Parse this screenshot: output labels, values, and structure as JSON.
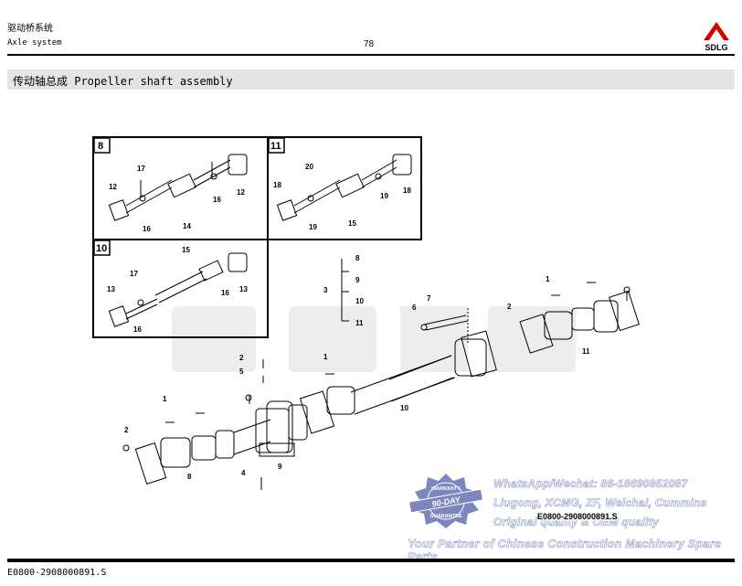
{
  "header": {
    "section_cn": "驱动桥系统",
    "section_en": "Axle system",
    "page_number": "78",
    "dot": ".",
    "brand": "SDLG"
  },
  "title": "传动轴总成 Propeller shaft assembly",
  "insets": [
    {
      "id": "8",
      "callouts": [
        "17",
        "12",
        "16",
        "14",
        "16",
        "12"
      ]
    },
    {
      "id": "11",
      "callouts": [
        "20",
        "18",
        "19",
        "15",
        "19",
        "18"
      ]
    },
    {
      "id": "10",
      "callouts": [
        "15",
        "17",
        "13",
        "16",
        "16",
        "13"
      ]
    }
  ],
  "main_callouts": [
    "1",
    "2",
    "3",
    "8",
    "9",
    "10",
    "11",
    "1",
    "2",
    "4",
    "5",
    "6",
    "7",
    "8",
    "9",
    "10",
    "11",
    "1",
    "2"
  ],
  "drawing_code": "E0800-2908000891.S",
  "footer_code": "E0800-2908000891.S",
  "watermark": {
    "seal_top": "WARRANTY",
    "seal_mid": "90-DAY",
    "seal_bottom": "GUARANTEE",
    "line1": "WhatsApp/Wechat: 86-18690852087",
    "line2": "Liugong, XCMG, ZF, Weichai, Cummins",
    "line3": "Original quality & OEM quality",
    "line4": "Your Partner of Chinese Construction Machinery Spare Parts"
  },
  "colors": {
    "watermark": "#8f96c4",
    "seal": "#7d86bf",
    "title_bar": "#e4e4e4"
  }
}
